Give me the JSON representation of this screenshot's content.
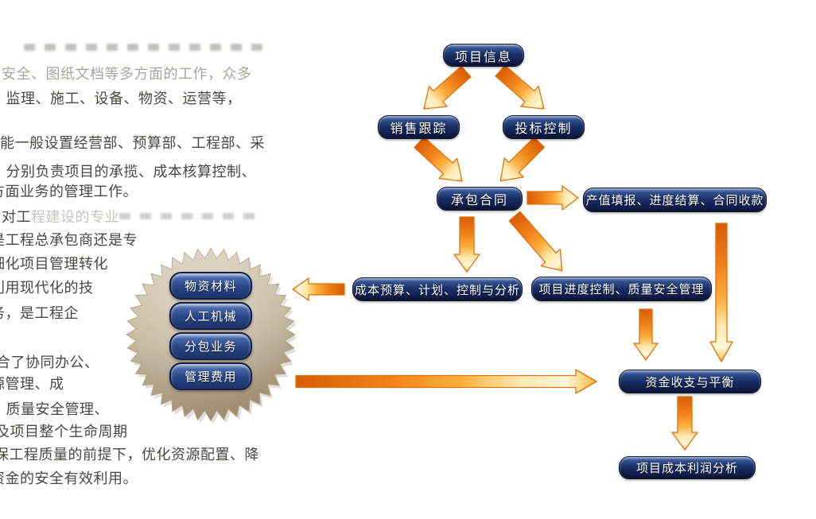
{
  "left_text": {
    "lines": [
      "安全、图纸文档等多方面的工作，众多",
      "、监理、施工、设备、物资、运营等，",
      "能一般设置经营部、预算部、工程部、采",
      "、分别负责项目的承揽、成本核算控制、",
      "方面业务的管理工作。",
      "对工",
      "程建设的专业",
      "是工程总承包商还是专",
      "细化项目管理转化",
      "利用现代化的技",
      "务，是工程企",
      "合了协同办公、",
      "源管理、成",
      "、质量安全管理、",
      "及项目整个生命周期",
      "保工程质量的前提下，优化资源配置、降",
      "资金的安全有效利用。"
    ]
  },
  "diagram": {
    "nodes": {
      "project_info": "项目信息",
      "sales_tracking": "销售跟踪",
      "bid_control": "投标控制",
      "contract": "承包合同",
      "output_report": "产值填报、进度结算、合同收款",
      "cost_budget": "成本预算、计划、控制与分析",
      "progress_quality": "项目进度控制、质量安全管理",
      "fund_balance": "资金收支与平衡",
      "cost_profit": "项目成本利润分析"
    },
    "badge_items": {
      "materials": "物资材料",
      "labor_machinery": "人工机械",
      "subcontract": "分包业务",
      "overhead": "管理费用"
    },
    "colors": {
      "node_navy": "#1b3068",
      "node_highlight": "#7a90bd",
      "badge_light": "#d8ceb8",
      "badge_dark": "#9b8a70",
      "arrow_dark": "#d85c06",
      "arrow_light": "#fff6d8",
      "node_text": "#ffffff",
      "doc_text": "#4a4741"
    }
  }
}
